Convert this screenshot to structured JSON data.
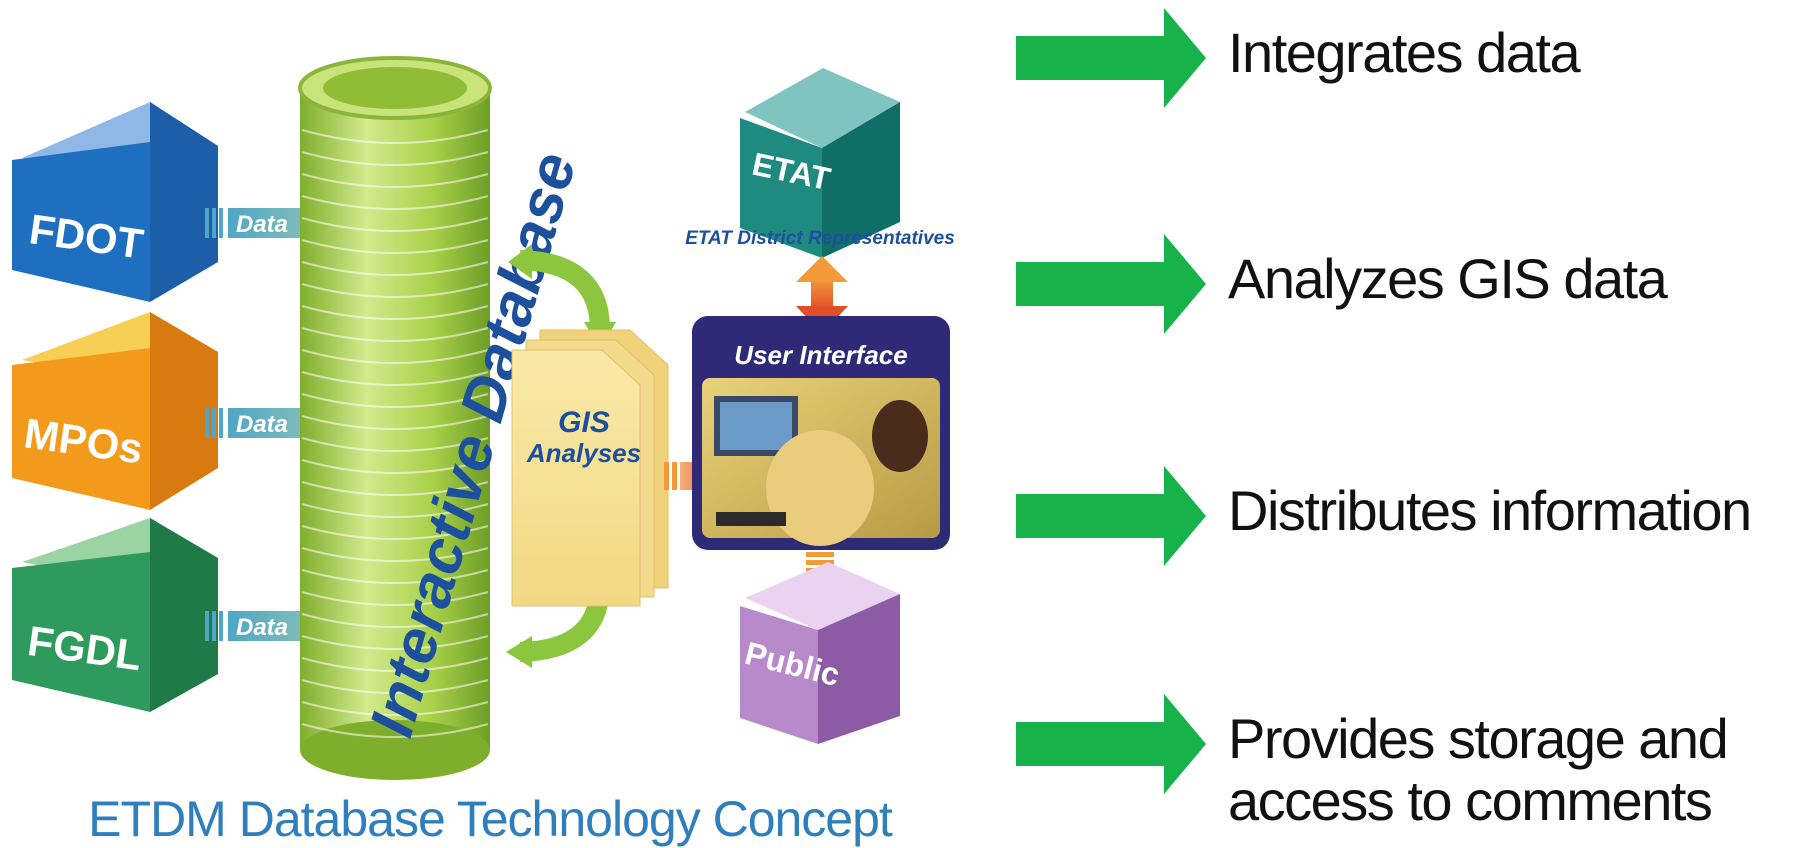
{
  "diagram": {
    "sources": [
      {
        "label": "FDOT",
        "arrow_label": "Data"
      },
      {
        "label": "MPOs",
        "arrow_label": "Data"
      },
      {
        "label": "FGDL",
        "arrow_label": "Data"
      }
    ],
    "database_label": "Interactive Database",
    "analyses_label_line1": "GIS",
    "analyses_label_line2": "Analyses",
    "etat_label": "ETAT",
    "etat_caption": "ETAT District Representatives",
    "user_interface_label": "User Interface",
    "public_label": "Public",
    "caption": "ETDM Database Technology Concept"
  },
  "features": [
    {
      "lines": [
        "Integrates data"
      ]
    },
    {
      "lines": [
        "Analyzes GIS data"
      ]
    },
    {
      "lines": [
        "Distributes information"
      ]
    },
    {
      "lines": [
        "Provides storage and",
        "access to comments"
      ]
    }
  ],
  "colors": {
    "feature_arrow": "#17b34a",
    "fdot": "#1f6fc0",
    "mpos": "#f39a1c",
    "fgdl": "#2f9a5d",
    "cylinder": "#a9d04a",
    "etat": "#1e8a80",
    "public": "#b98acb",
    "caption_text": "#2f7fbd",
    "label_blue": "#1c4f9c"
  }
}
